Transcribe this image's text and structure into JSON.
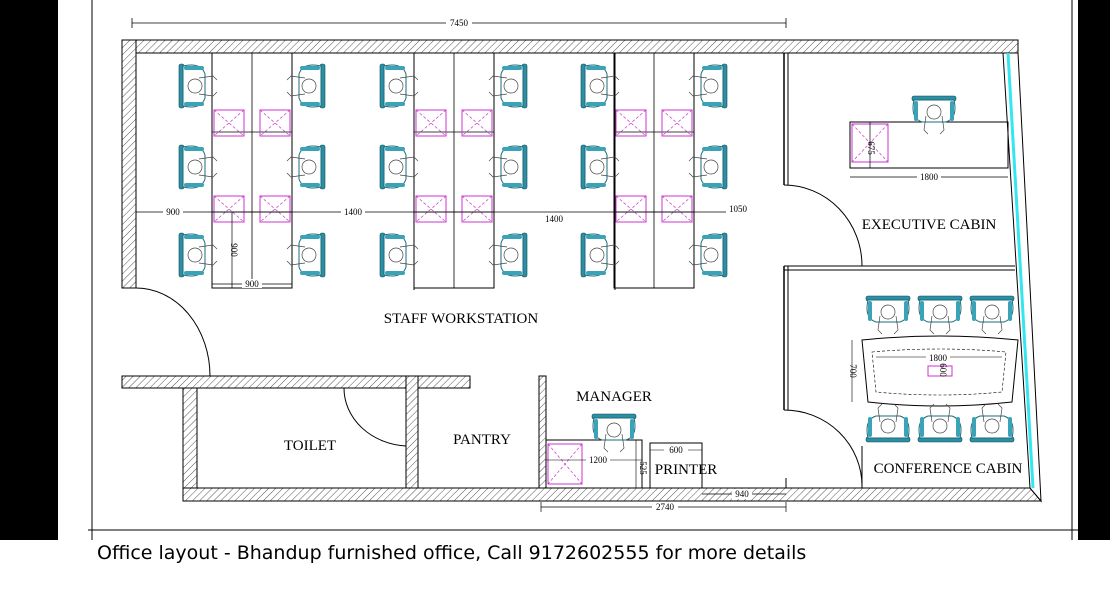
{
  "caption": "Office layout - Bhandup furnished office, Call 9172602555 for more details",
  "rooms": {
    "staff_workstation": "STAFF WORKSTATION",
    "executive_cabin": "EXECUTIVE CABIN",
    "conference_cabin": "CONFERENCE CABIN",
    "toilet": "TOILET",
    "pantry": "PANTRY",
    "manager": "MANAGER",
    "printer": "PRINTER"
  },
  "dimensions": {
    "overall_width": "7450",
    "bottom_width": "2740",
    "workstation_gap_left": "900",
    "workstation_gap_1": "1400",
    "workstation_gap_2": "1400",
    "workstation_gap_right": "1050",
    "desk_width": "900",
    "desk_depth": "900",
    "exec_desk_width": "1800",
    "exec_desk_depth": "675",
    "conf_table_width": "1800",
    "conf_table_depth": "600",
    "conf_table_outer": "700",
    "manager_desk": "1200",
    "manager_desk_depth": "525",
    "printer_width": "600",
    "bottom_right": "940"
  },
  "colors": {
    "chair": "#2d8fa3",
    "partition": "#cc33cc",
    "glass_wall": "#33e6f0",
    "line": "#000000"
  }
}
